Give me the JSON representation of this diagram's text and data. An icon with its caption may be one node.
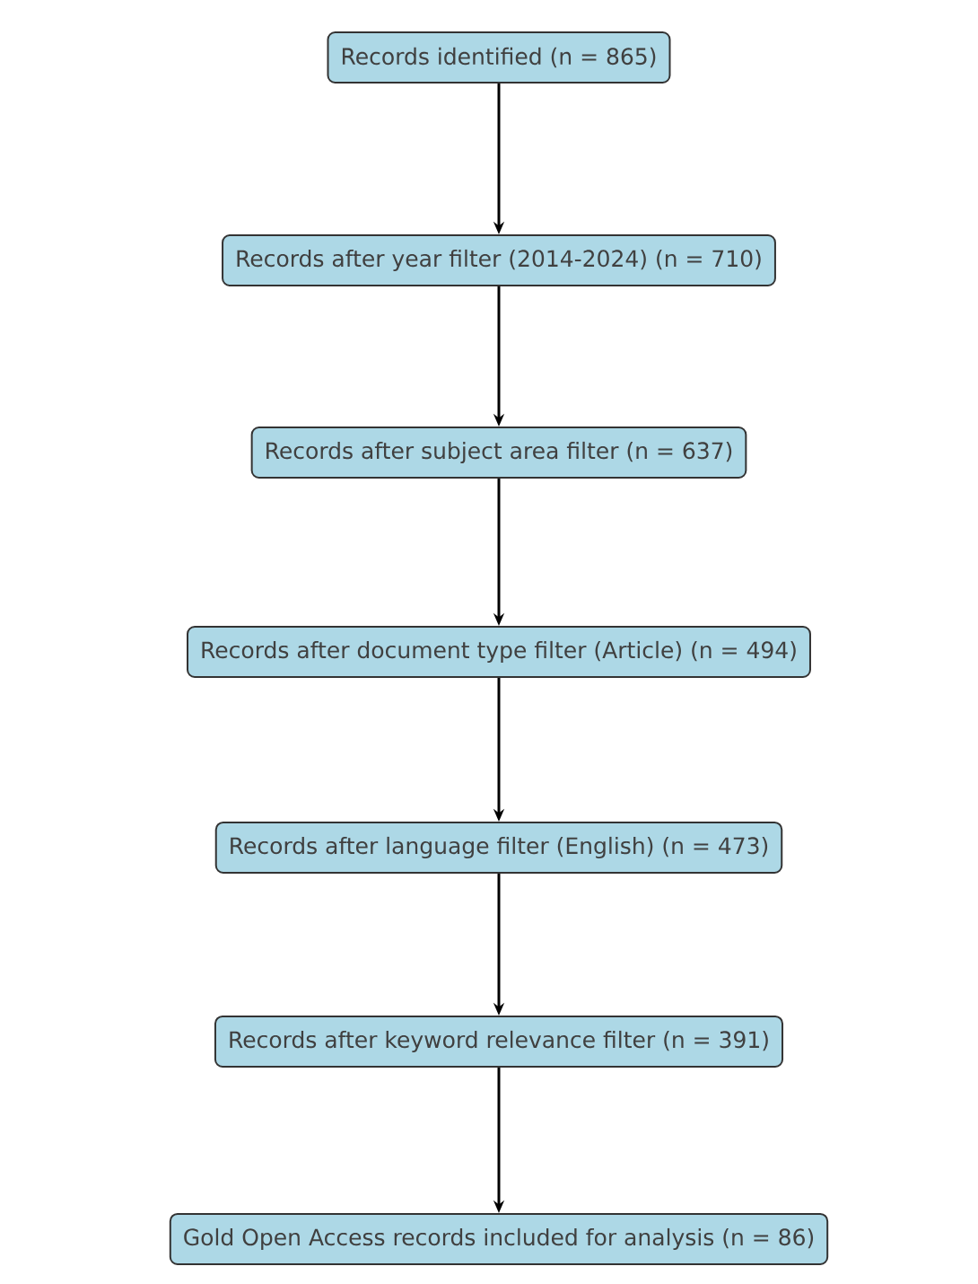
{
  "diagram": {
    "nodes": [
      {
        "text": [
          "Records identified (n = 865)"
        ]
      },
      {
        "text": [
          "Records after year filter (2014-2024) (n = 710)"
        ]
      },
      {
        "text": [
          "Records after subject area filter (n = 637)"
        ]
      },
      {
        "text": [
          "Records after document type filter (Article) (n = 494)"
        ]
      },
      {
        "text": [
          "Records after language filter (English) (n = 473)"
        ]
      },
      {
        "text": [
          "Records after keyword relevance filter (n = 391)"
        ]
      },
      {
        "text": [
          "Gold Open Access records included for analysis (n = 86)"
        ]
      }
    ],
    "edges": [
      {
        "from": 0,
        "to": 1,
        "arrow": "to"
      },
      {
        "from": 1,
        "to": 2,
        "arrow": "to"
      },
      {
        "from": 2,
        "to": 3,
        "arrow": "to"
      },
      {
        "from": 3,
        "to": 4,
        "arrow": "to"
      },
      {
        "from": 4,
        "to": 5,
        "arrow": "to"
      },
      {
        "from": 5,
        "to": 6,
        "arrow": "to"
      }
    ]
  }
}
